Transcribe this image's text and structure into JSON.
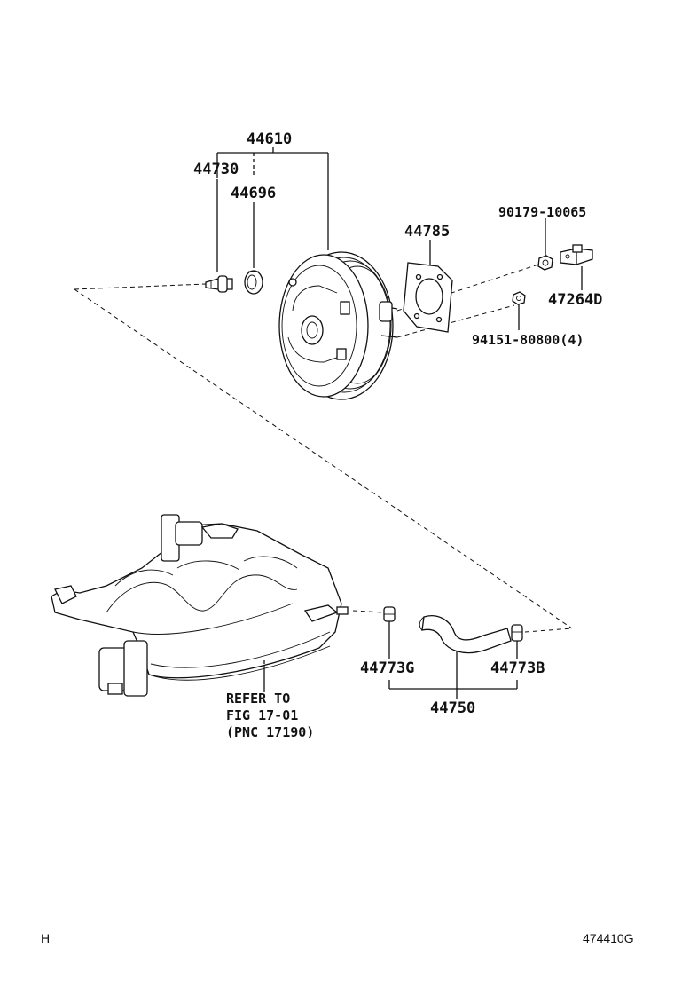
{
  "labels": {
    "p44610": "44610",
    "p44730": "44730",
    "p44696": "44696",
    "p44785": "44785",
    "p90179": "90179-10065",
    "p47264D": "47264D",
    "p94151": "94151-80800(4)",
    "p44773G": "44773G",
    "p44773B": "44773B",
    "p44750": "44750",
    "refer1": "REFER TO",
    "refer2": "FIG 17-01",
    "refer3": "(PNC 17190)"
  },
  "footer": {
    "left": "H",
    "right": "474410G"
  }
}
